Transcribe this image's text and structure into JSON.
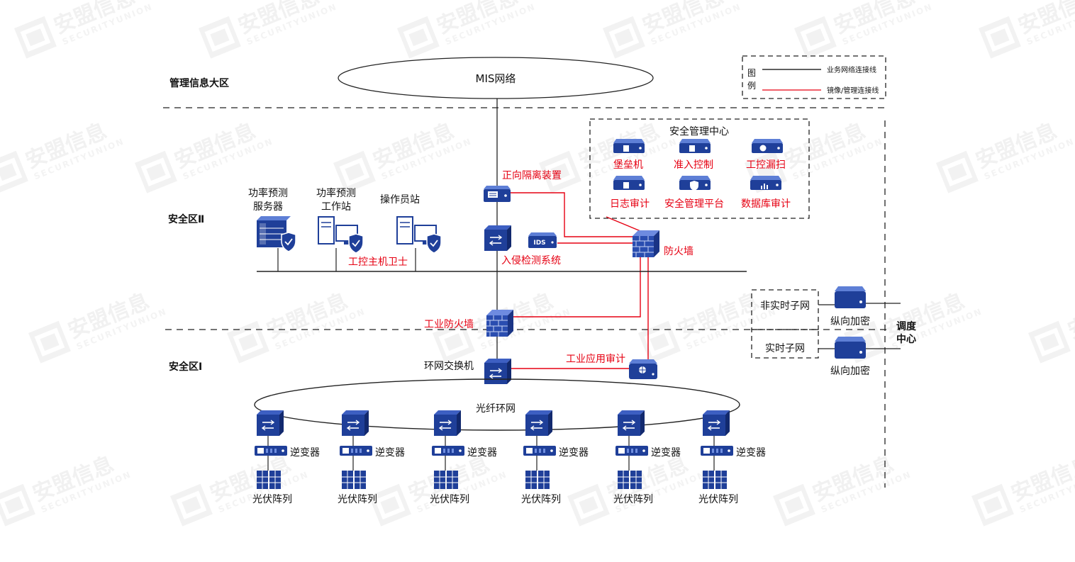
{
  "watermark": {
    "cn": "安盟信息",
    "en": "SECURITYUNION"
  },
  "legend": {
    "title_1": "图",
    "title_2": "例",
    "business_line": "业务网络连接线",
    "mirror_line": "镜像/管理连接线",
    "colors": {
      "business": "#000000",
      "mirror": "#e60012"
    }
  },
  "zones": {
    "mis_zone": "管理信息大区",
    "zone2": "安全区Ⅱ",
    "zone1": "安全区Ⅰ",
    "dispatch_1": "调度",
    "dispatch_2": "中心"
  },
  "mis_network": "MIS网络",
  "security_center": {
    "title": "安全管理中心",
    "items": [
      "堡垒机",
      "准入控制",
      "工控漏扫",
      "日志审计",
      "安全管理平台",
      "数据库审计"
    ]
  },
  "zone2_devices": {
    "forecast_server_1": "功率预测",
    "forecast_server_2": "服务器",
    "forecast_ws_1": "功率预测",
    "forecast_ws_2": "工作站",
    "operator_station": "操作员站",
    "host_guard": "工控主机卫士",
    "forward_isolation": "正向隔离装置",
    "ids_badge": "IDS",
    "ids_label": "入侵检测系统",
    "firewall": "防火墙",
    "industrial_firewall": "工业防火墙"
  },
  "zone1_devices": {
    "ring_switch": "环网交换机",
    "app_audit": "工业应用审计",
    "fiber_ring": "光纤环网",
    "inverter": "逆变器",
    "pv_array": "光伏阵列"
  },
  "dispatch": {
    "non_realtime": "非实时子网",
    "realtime": "实时子网",
    "encryption": "纵向加密"
  },
  "colors": {
    "device_blue": "#1f3f99",
    "red": "#e60012"
  }
}
